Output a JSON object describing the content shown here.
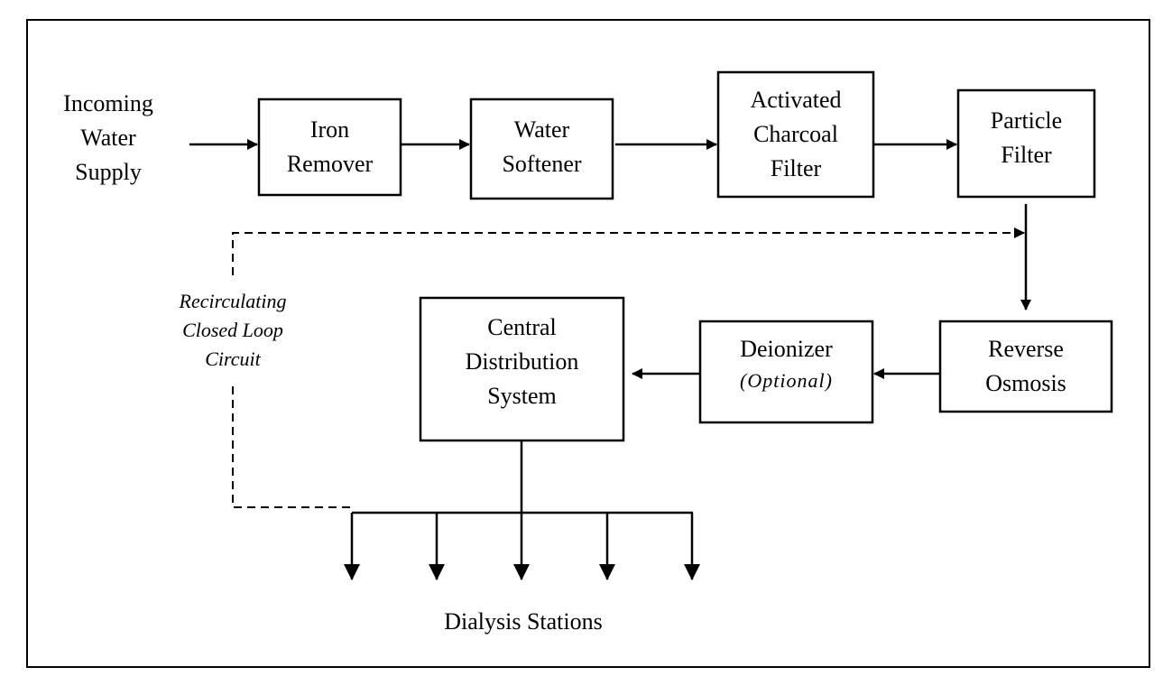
{
  "input_label": [
    "Incoming",
    "Water",
    "Supply"
  ],
  "nodes": {
    "iron_remover": [
      "Iron",
      "Remover"
    ],
    "water_softener": [
      "Water",
      "Softener"
    ],
    "charcoal_filter": [
      "Activated",
      "Charcoal",
      "Filter"
    ],
    "particle_filter": [
      "Particle",
      "Filter"
    ],
    "reverse_osmosis": [
      "Reverse",
      "Osmosis"
    ],
    "deionizer": [
      "Deionizer"
    ],
    "deionizer_note": "(Optional)",
    "central_distribution": [
      "Central",
      "Distribution",
      "System"
    ]
  },
  "loop_label": [
    "Recirculating",
    "Closed Loop",
    "Circuit"
  ],
  "output_label": "Dialysis Stations",
  "station_count": 5
}
